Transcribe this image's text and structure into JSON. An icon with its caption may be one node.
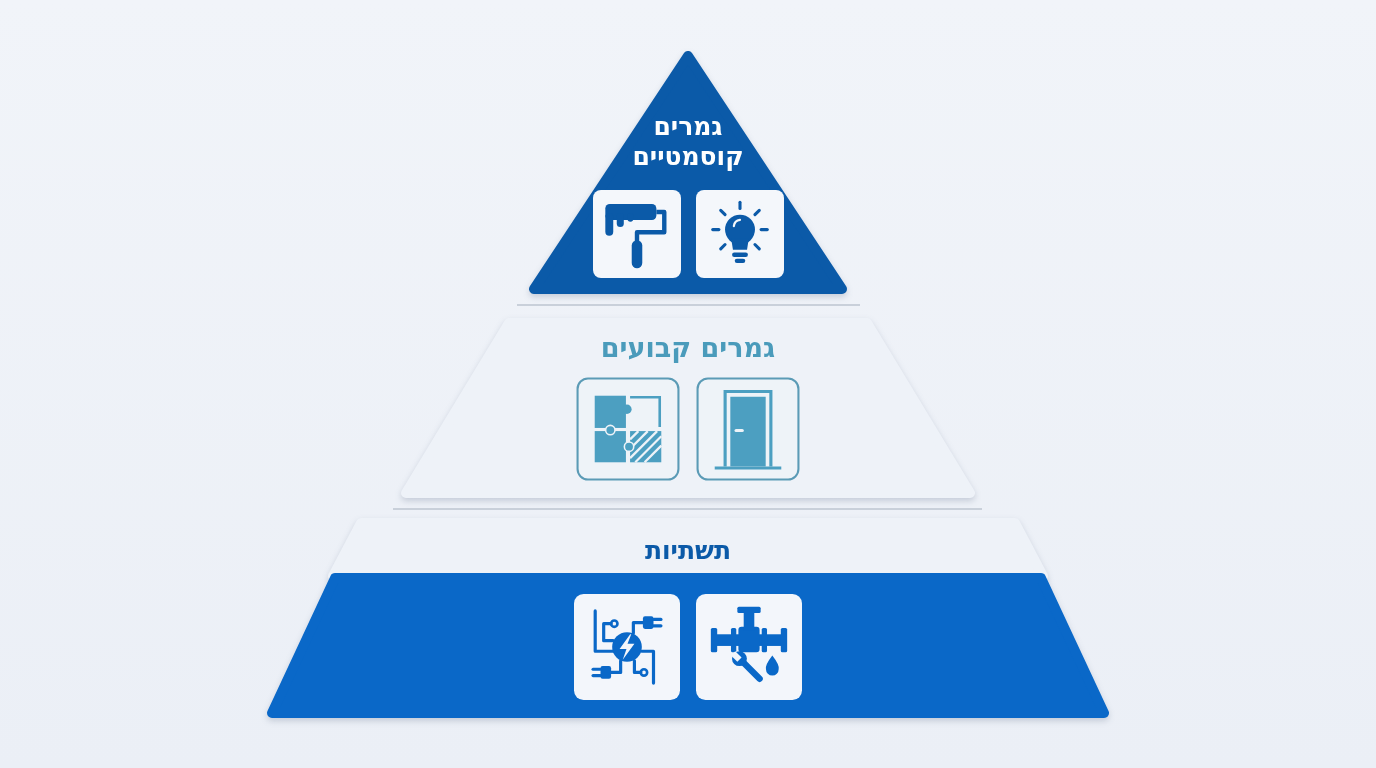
{
  "diagram": {
    "nodes": [
      {
        "text": [
          "גמרים קוסמטיים"
        ]
      },
      {
        "text": [
          "גמרים קבועים"
        ]
      },
      {
        "text": [
          "תשתיות"
        ]
      }
    ]
  }
}
